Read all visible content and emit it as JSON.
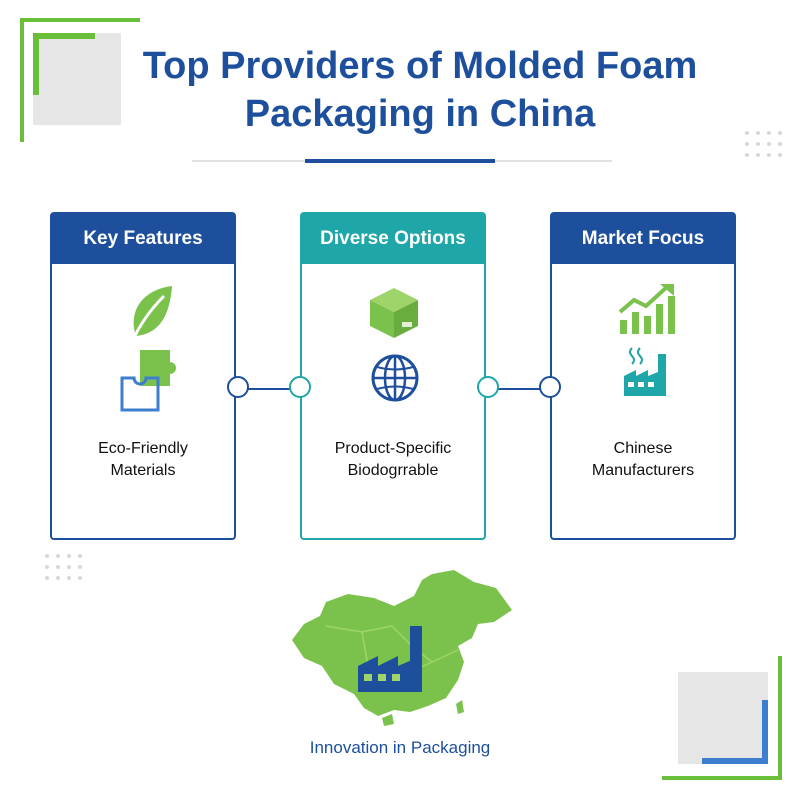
{
  "title": {
    "line1": "Top Providers of Molded Foam",
    "line2": "Packaging in China"
  },
  "cards": [
    {
      "heading": "Key Features",
      "text_line1": "Eco-Friendly",
      "text_line2": "Materials",
      "icons": [
        "leaf-icon",
        "puzzle-icon"
      ]
    },
    {
      "heading": "Diverse Options",
      "text_line1": "Product-Specific",
      "text_line2": "Biodogrrable",
      "icons": [
        "box-icon",
        "globe-icon"
      ]
    },
    {
      "heading": "Market Focus",
      "text_line1": "Chinese",
      "text_line2": "Manufacturers",
      "icons": [
        "growth-chart-icon",
        "factory-icon"
      ]
    }
  ],
  "caption": "Innovation in Packaging",
  "colors": {
    "primary_blue": "#1d4f9c",
    "teal": "#1fa6a8",
    "green": "#6abf3a",
    "map_green": "#7bc24d"
  }
}
